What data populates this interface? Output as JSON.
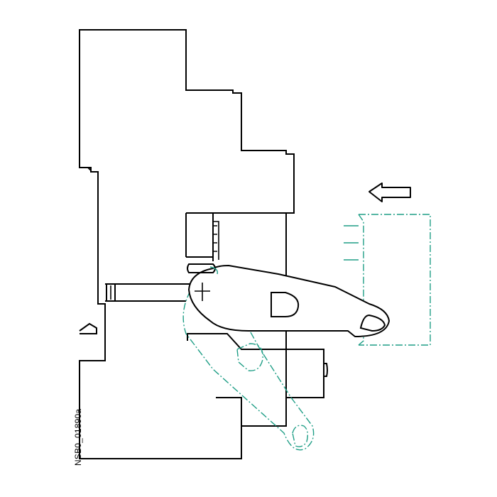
{
  "drawing": {
    "code": "NSB0_01890a"
  },
  "colors": {
    "outline": "#000000",
    "alternate_position": "#1f9e86",
    "background": "#ffffff"
  },
  "legend": {
    "arrow_direction": "left",
    "alternate_position_line_style": "dash-dot"
  }
}
